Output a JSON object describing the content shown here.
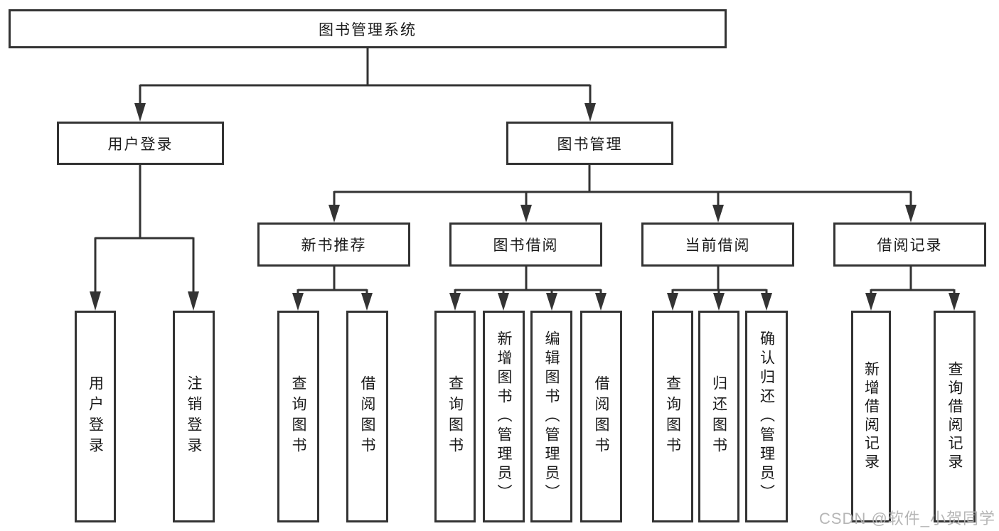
{
  "tree": {
    "root": "图书管理系统",
    "branches": [
      {
        "label": "用户登录",
        "children": [
          "用户登录",
          "注销登录"
        ]
      },
      {
        "label": "图书管理",
        "sections": [
          {
            "label": "新书推荐",
            "children": [
              "查询图书",
              "借阅图书"
            ]
          },
          {
            "label": "图书借阅",
            "children": [
              "查询图书",
              "新增图书（管理员）",
              "编辑图书（管理员）",
              "借阅图书"
            ]
          },
          {
            "label": "当前借阅",
            "children": [
              "查询图书",
              "归还图书",
              "确认归还（管理员）"
            ]
          },
          {
            "label": "借阅记录",
            "children": [
              "新增借阅记录",
              "查询借阅记录"
            ]
          }
        ]
      }
    ]
  },
  "watermark": "CSDN @软件_小贺同学",
  "colors": {
    "line": "#333333",
    "box_border": "#333333",
    "box_background": "#ffffff",
    "text": "#1a1a1a",
    "watermark": "#b2b2b2"
  }
}
